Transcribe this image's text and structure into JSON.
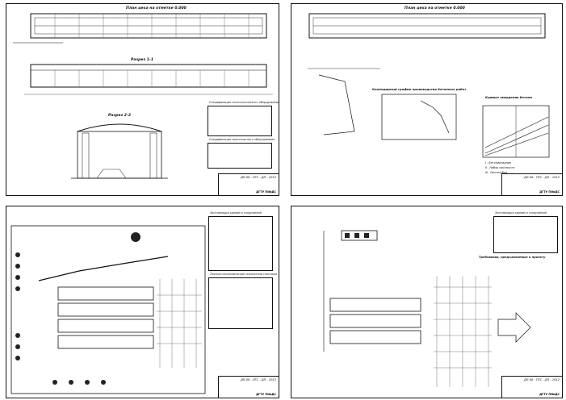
{
  "sheets": [
    {
      "id": "sheet1",
      "titles": {
        "plan": "План цеха на отметке 0.000",
        "section11": "Разрез 1-1",
        "section22": "Разрез 2-2",
        "spec1": "Спецификация технологического оборудования",
        "spec2": "Спецификация транспортного оборудования"
      },
      "stamp": {
        "code": "ДП-08 - ПГС - ДП - 1012",
        "org": "ДГТУ ПИиДС"
      }
    },
    {
      "id": "sheet2",
      "titles": {
        "plan": "План цеха на отметке 0.000",
        "schedule": "Календарный график производства бетонных работ",
        "strength": "Кривые твердения бетона"
      },
      "legend": {
        "a": "I - Бетонирование",
        "b": "II - Набор прочности",
        "c": "III - Распалубка"
      },
      "stamp": {
        "code": "ДП-08 - ПГС - ДП - 1012",
        "org": "ДГТУ ПИиДС"
      }
    },
    {
      "id": "sheet3",
      "titles": {
        "expl": "Экспликация зданий и сооружений",
        "tep": "Технико-экономические показатели генплана"
      },
      "stamp": {
        "code": "ДП-08 - ПГС - ДП - 1012",
        "org": "ДГТУ ПИиДС"
      }
    },
    {
      "id": "sheet4",
      "titles": {
        "expl": "Экспликация зданий и сооружений",
        "notes": "Требования, предъявляемые к проекту"
      },
      "stamp": {
        "code": "ДП-08 - ПГС - ДП - 1012",
        "org": "ДГТУ ПИиДС"
      }
    }
  ]
}
